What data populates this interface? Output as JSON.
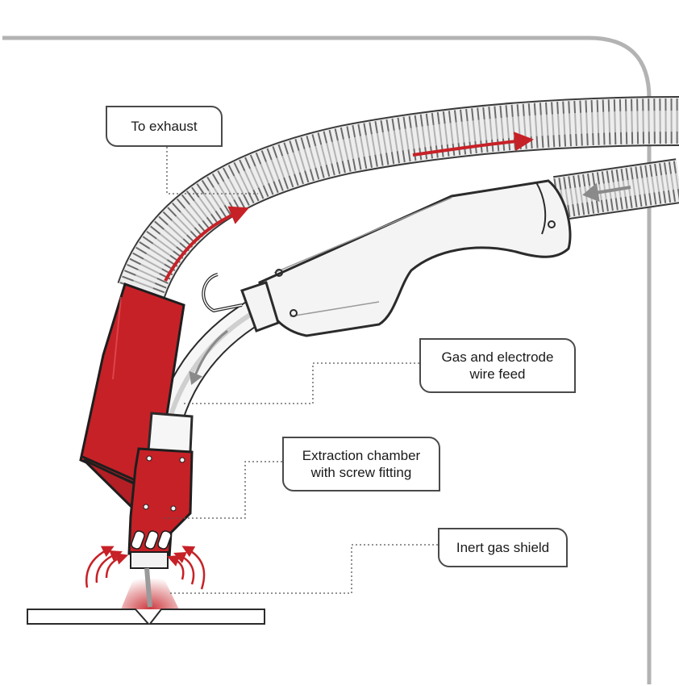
{
  "labels": {
    "to_exhaust": "To exhaust",
    "gas_and_electrode": "Gas and electrode\nwire feed",
    "extraction_chamber": "Extraction chamber\nwith screw fitting",
    "inert_gas_shield": "Inert gas shield"
  },
  "colors": {
    "red": "#c62127",
    "dark_red": "#9b1a1e",
    "outline": "#2b2b2b",
    "frame": "#b3b3b3",
    "hose_fill": "#ededed",
    "leader": "#555555"
  }
}
